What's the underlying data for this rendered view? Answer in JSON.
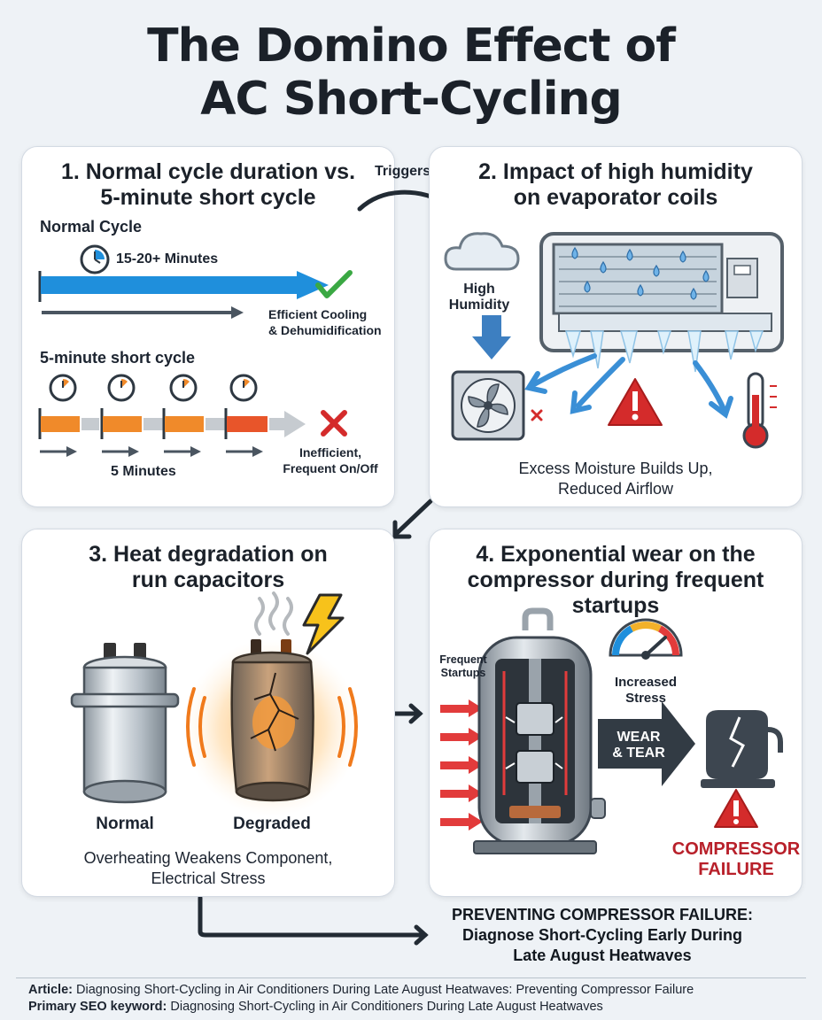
{
  "title": {
    "line1": "The Domino Effect of",
    "line2": "AC Short-Cycling"
  },
  "connector_label": "Triggers",
  "panel1": {
    "title_line1": "1. Normal cycle duration vs.",
    "title_line2": "5-minute short cycle",
    "normal_heading": "Normal Cycle",
    "normal_duration": "15-20+ Minutes",
    "normal_result_line1": "Efficient Cooling",
    "normal_result_line2": "& Dehumidification",
    "short_heading": "5-minute short cycle",
    "short_duration": "5 Minutes",
    "short_result_line1": "Inefficient,",
    "short_result_line2": "Frequent On/Off"
  },
  "panel2": {
    "title_line1": "2. Impact of high humidity",
    "title_line2": "on evaporator coils",
    "humidity_line1": "High",
    "humidity_line2": "Humidity",
    "caption_line1": "Excess Moisture Builds Up,",
    "caption_line2": "Reduced Airflow"
  },
  "panel3": {
    "title_line1": "3. Heat degradation on",
    "title_line2": "run capacitors",
    "normal_label": "Normal",
    "degraded_label": "Degraded",
    "caption_line1": "Overheating Weakens Component,",
    "caption_line2": "Electrical Stress"
  },
  "panel4": {
    "title_line1": "4. Exponential wear on the",
    "title_line2": "compressor during frequent",
    "title_line3": "startups",
    "startups_line1": "Frequent",
    "startups_line2": "Startups",
    "stress_line1": "Increased",
    "stress_line2": "Stress",
    "wear_line1": "WEAR",
    "wear_line2": "& TEAR",
    "failure_line1": "COMPRESSOR",
    "failure_line2": "FAILURE"
  },
  "bottom_message": {
    "line1": "PREVENTING COMPRESSOR FAILURE:",
    "line2": "Diagnose Short-Cycling Early During",
    "line3": "Late August Heatwaves"
  },
  "footer": {
    "article_label": "Article:",
    "article_value": "Diagnosing Short-Cycling in Air Conditioners During Late August Heatwaves: Preventing Compressor Failure",
    "keyword_label": "Primary SEO keyword:",
    "keyword_value": "Diagnosing Short-Cycling in Air Conditioners During Late August Heatwaves"
  },
  "colors": {
    "blue": "#1f8fdc",
    "orange": "#f08a2a",
    "green": "#3aa843",
    "red": "#d42b2b",
    "dark": "#2e3842"
  },
  "icons": [
    "clock-icon",
    "checkmark-icon",
    "x-mark-icon",
    "cloud-icon",
    "fan-icon",
    "warning-icon",
    "thermometer-icon",
    "capacitor-icon",
    "lightning-icon",
    "gauge-icon",
    "compressor-icon"
  ]
}
